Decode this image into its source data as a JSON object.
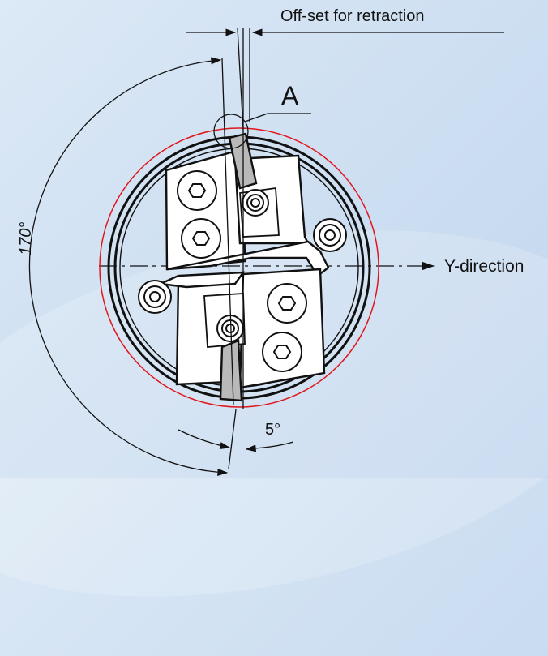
{
  "labels": {
    "offset_for_retraction": "Off-set for retraction",
    "detail_a": "A",
    "y_direction": "Y-direction",
    "angle_5": "5°",
    "angle_170": "170°"
  },
  "colors": {
    "background": "#d3e3f4",
    "outline": "#111111",
    "clearance_circle": "#e0161c",
    "insert_fill": "#b9b9b9"
  },
  "icons": [
    "hex-socket-screw-icon",
    "round-screw-icon"
  ]
}
